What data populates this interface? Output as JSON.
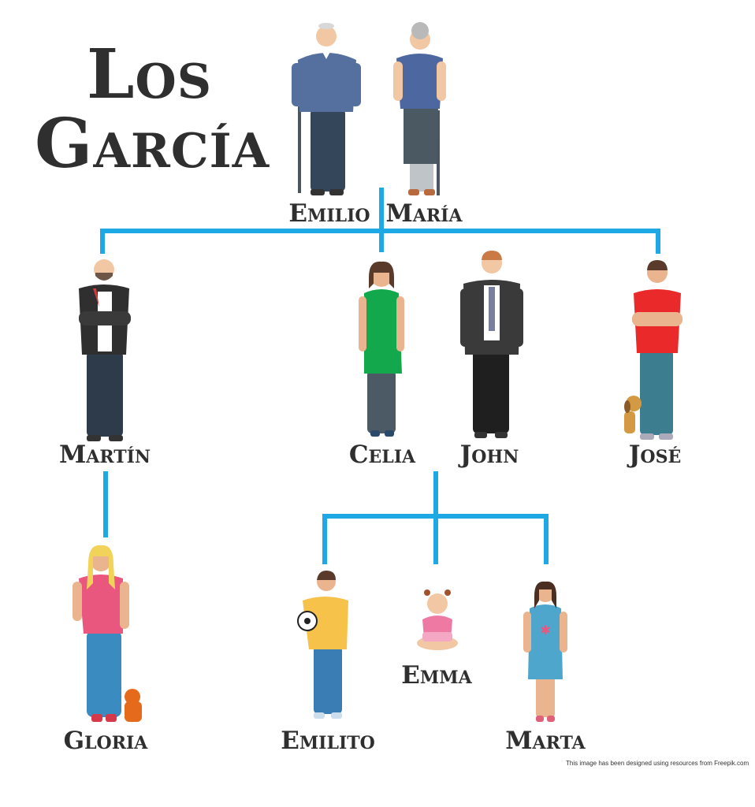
{
  "title": {
    "line1": "Los",
    "line2": "García"
  },
  "members": {
    "emilio": "Emilio",
    "maria": "María",
    "martin": "Martín",
    "celia": "Celia",
    "john": "John",
    "jose": "José",
    "gloria": "Gloria",
    "emilito": "Emilito",
    "emma": "Emma",
    "marta": "Marta"
  },
  "credit": "This image has been designed using resources from Freepik.com",
  "colors": {
    "connector": "#1ea8e4",
    "text": "#2f2f2f"
  }
}
